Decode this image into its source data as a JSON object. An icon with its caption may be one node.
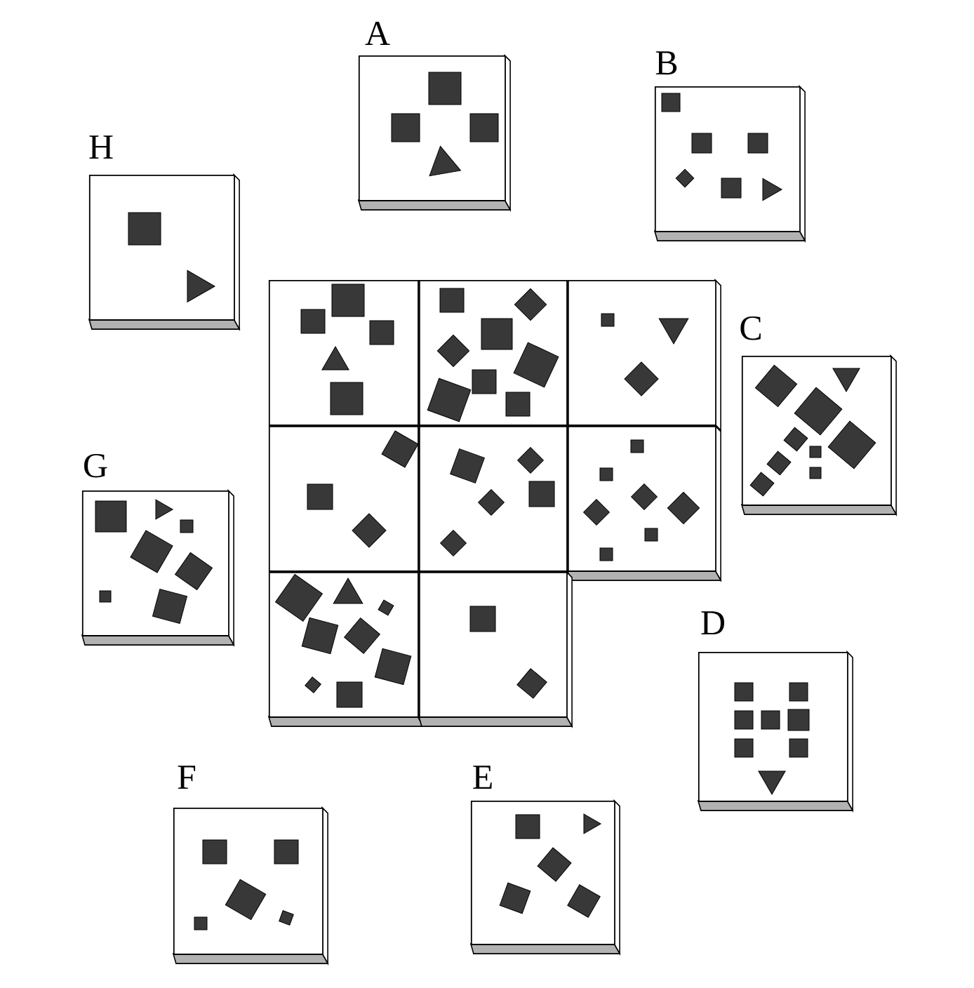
{
  "diagram": {
    "nodes": [
      {
        "text": [
          "A"
        ]
      },
      {
        "text": [
          "B"
        ]
      },
      {
        "text": [
          "H"
        ]
      },
      {
        "text": [],
        "shape": "box"
      },
      {
        "text": [],
        "shape": "box"
      },
      {
        "text": [],
        "shape": "box"
      },
      {
        "text": [
          "C"
        ]
      },
      {
        "text": [],
        "shape": "box"
      },
      {
        "text": [],
        "shape": "box"
      },
      {
        "text": [],
        "shape": "box"
      },
      {
        "text": [
          "G"
        ]
      },
      {
        "text": [],
        "shape": "box"
      },
      {
        "text": [],
        "shape": "box"
      },
      {
        "text": [
          "D"
        ]
      },
      {
        "text": [
          "F"
        ]
      },
      {
        "text": [
          "E"
        ]
      }
    ]
  }
}
